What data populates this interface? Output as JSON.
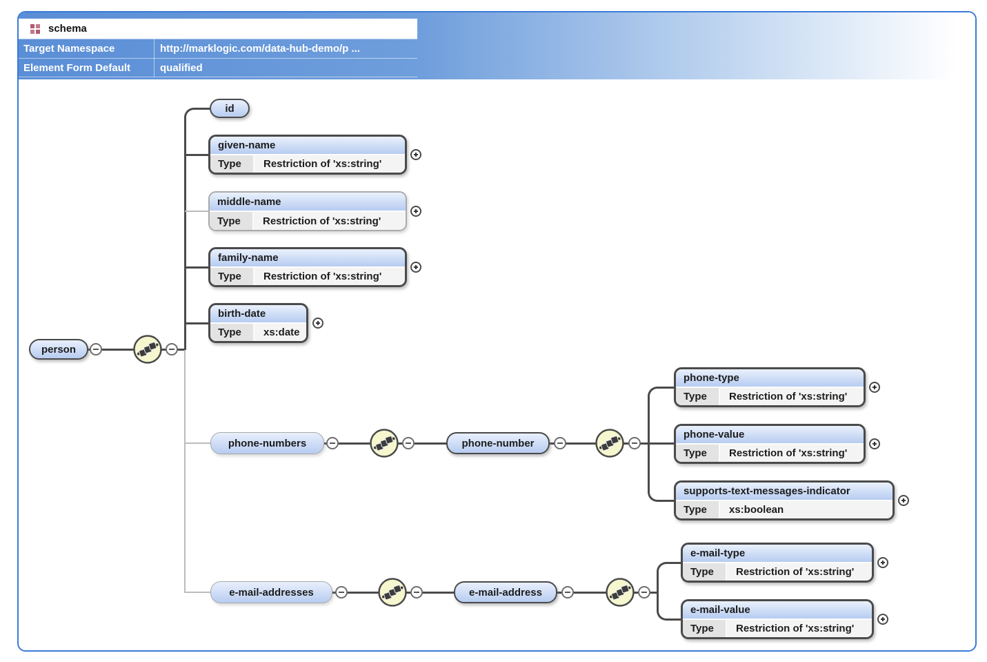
{
  "schema_header": {
    "title": "schema",
    "rows": [
      {
        "label": "Target Namespace",
        "value": "http://marklogic.com/data-hub-demo/p ..."
      },
      {
        "label": "Element Form Default",
        "value": "qualified"
      }
    ]
  },
  "type_label": "Type",
  "nodes": {
    "person": {
      "label": "person"
    },
    "id": {
      "label": "id"
    },
    "given_name": {
      "label": "given-name",
      "type": "Restriction of 'xs:string'"
    },
    "middle_name": {
      "label": "middle-name",
      "type": "Restriction of 'xs:string'"
    },
    "family_name": {
      "label": "family-name",
      "type": "Restriction of 'xs:string'"
    },
    "birth_date": {
      "label": "birth-date",
      "type": "xs:date"
    },
    "phone_numbers": {
      "label": "phone-numbers"
    },
    "phone_number": {
      "label": "phone-number"
    },
    "phone_type": {
      "label": "phone-type",
      "type": "Restriction of 'xs:string'"
    },
    "phone_value": {
      "label": "phone-value",
      "type": "Restriction of 'xs:string'"
    },
    "supports_text_messages_indicator": {
      "label": "supports-text-messages-indicator",
      "type": "xs:boolean"
    },
    "email_addresses": {
      "label": "e-mail-addresses"
    },
    "email_address": {
      "label": "e-mail-address"
    },
    "email_type": {
      "label": "e-mail-type",
      "type": "Restriction of 'xs:string'"
    },
    "email_value": {
      "label": "e-mail-value",
      "type": "Restriction of 'xs:string'"
    }
  },
  "colors": {
    "canvas_border": "#3b7ad6",
    "band_blue": "#5a8ed6",
    "box_header_top": "#eaf1fc",
    "box_header_bottom": "#b7ccf1",
    "sequence_icon_fill": "#f6f6cf",
    "required_line": "#4a4a4a",
    "optional_line": "#bcbcbc",
    "schema_icon_red": "#b05a6b"
  }
}
